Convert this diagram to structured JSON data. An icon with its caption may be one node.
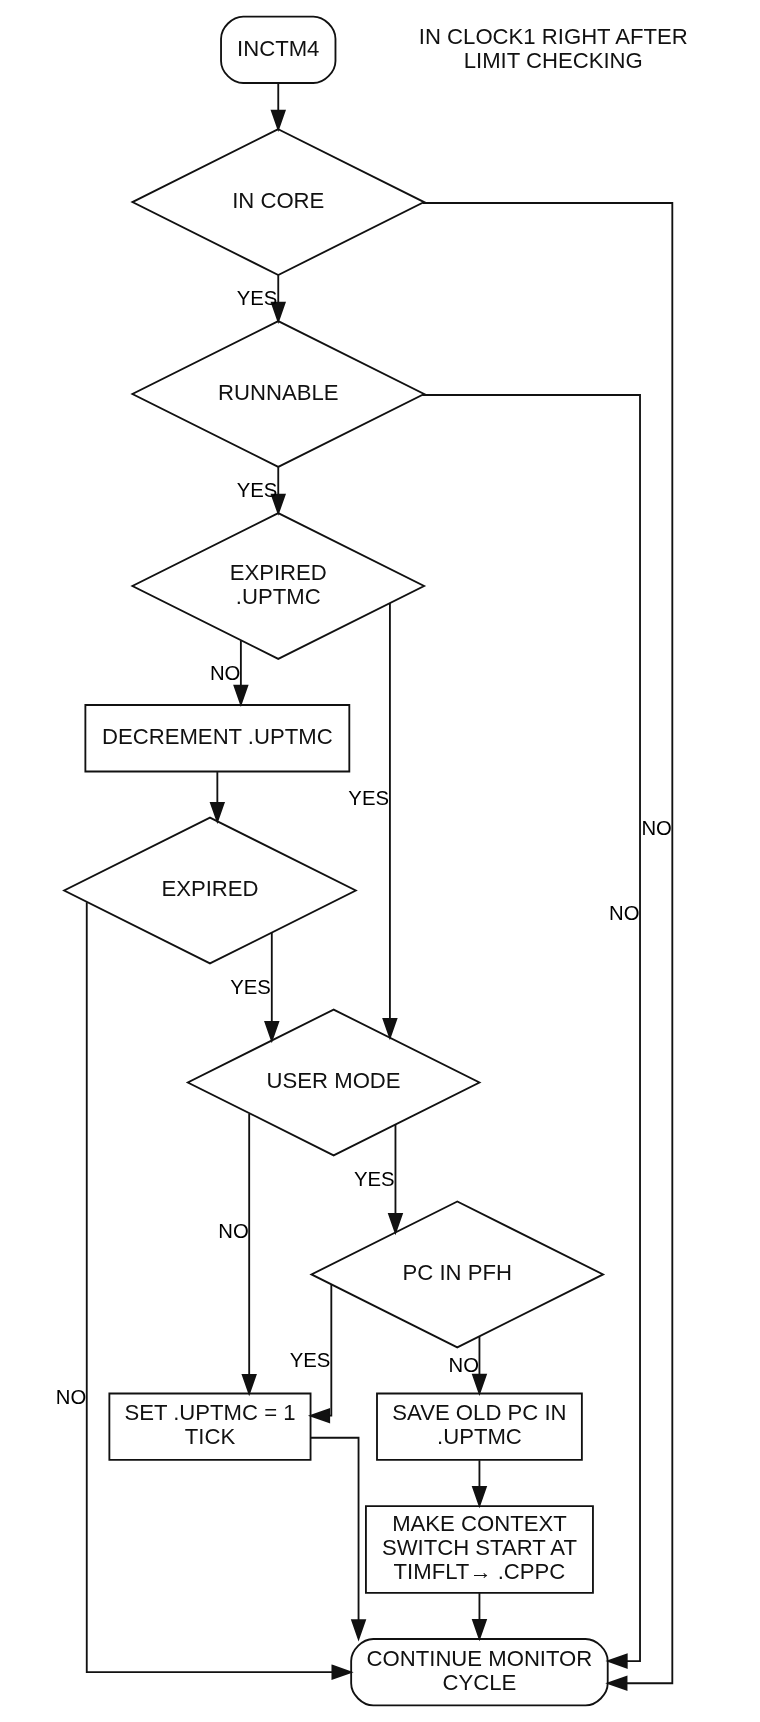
{
  "diagram": {
    "nodes": [
      {
        "text": [
          "INCTM4"
        ],
        "beside": [
          "IN CLOCK1 RIGHT AFTER LIMIT CHECKING"
        ]
      },
      {
        "text": [
          "IN CORE"
        ]
      },
      {
        "text": [
          "RUNNABLE"
        ]
      },
      {
        "text": [
          "EXPIRED .UPTMC"
        ]
      },
      {
        "text": [
          "DECREMENT .UPTMC"
        ]
      },
      {
        "text": [
          "EXPIRED"
        ]
      },
      {
        "text": [
          "USER MODE"
        ]
      },
      {
        "text": [
          "SET .UPTMC = 1 TICK"
        ]
      },
      {
        "text": [
          "PC IN PFH"
        ]
      },
      {
        "text": [
          "SAVE OLD PC IN .UPTMC"
        ]
      },
      {
        "text": [
          "MAKE CONTEXT SWITCH START AT TIMFLT→ .CPPC"
        ]
      },
      {
        "text": [
          "CONTINUE MONITOR CYCLE"
        ]
      }
    ],
    "edges": [
      {
        "from": 0,
        "to": 1,
        "arrow": "to"
      },
      {
        "from": 1,
        "to": 2,
        "arrow": "to",
        "label": "YES"
      },
      {
        "from": 1,
        "to": 11,
        "arrow": "to",
        "label": "NO"
      },
      {
        "from": 2,
        "to": 3,
        "arrow": "to",
        "label": "YES"
      },
      {
        "from": 2,
        "to": 11,
        "arrow": "to",
        "label": "NO"
      },
      {
        "from": 3,
        "to": 4,
        "arrow": "to",
        "label": "NO"
      },
      {
        "from": 3,
        "to": 6,
        "arrow": "to",
        "label": "YES"
      },
      {
        "from": 4,
        "to": 5,
        "arrow": "to"
      },
      {
        "from": 5,
        "to": 11,
        "arrow": "to",
        "label": "NO"
      },
      {
        "from": 5,
        "to": 6,
        "arrow": "to",
        "label": "YES"
      },
      {
        "from": 6,
        "to": 7,
        "arrow": "to",
        "label": "NO"
      },
      {
        "from": 6,
        "to": 8,
        "arrow": "to",
        "label": "YES"
      },
      {
        "from": 8,
        "to": 7,
        "arrow": "to",
        "label": "YES"
      },
      {
        "from": 8,
        "to": 9,
        "arrow": "to",
        "label": "NO"
      },
      {
        "from": 7,
        "to": 11,
        "arrow": "to"
      },
      {
        "from": 9,
        "to": 10,
        "arrow": "to"
      },
      {
        "from": 10,
        "to": 11,
        "arrow": "to"
      }
    ]
  }
}
